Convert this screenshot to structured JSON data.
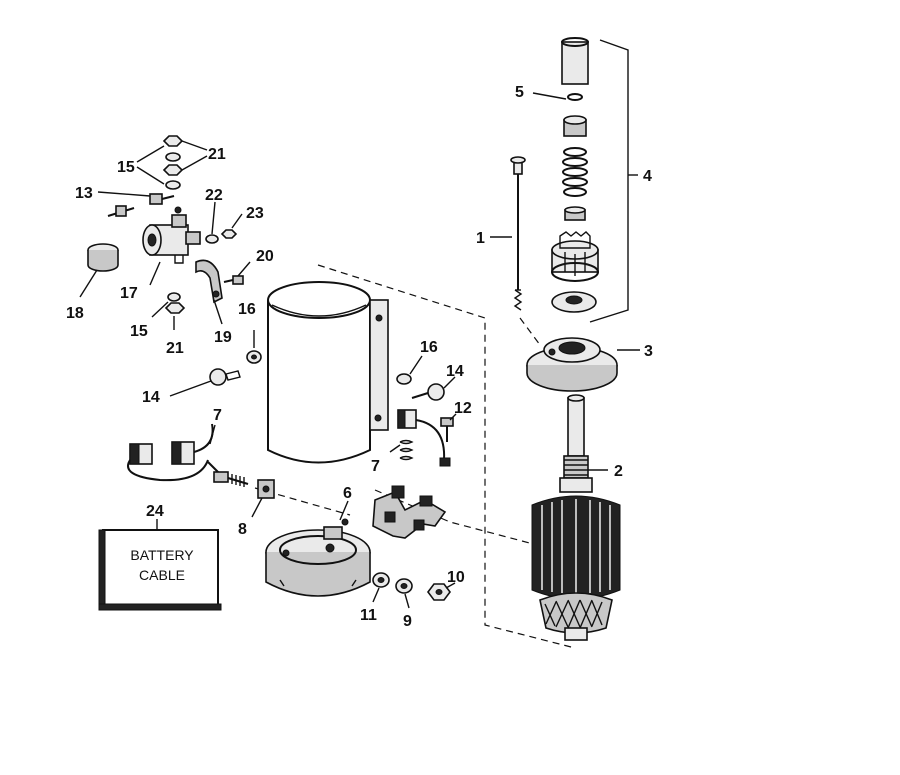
{
  "callouts": {
    "n1": "1",
    "n2": "2",
    "n3": "3",
    "n4": "4",
    "n5": "5",
    "n6": "6",
    "n7a": "7",
    "n7b": "7",
    "n8": "8",
    "n9": "9",
    "n10": "10",
    "n11": "11",
    "n12": "12",
    "n13": "13",
    "n14a": "14",
    "n14b": "14",
    "n15a": "15",
    "n15b": "15",
    "n16a": "16",
    "n16b": "16",
    "n17": "17",
    "n18": "18",
    "n19": "19",
    "n20": "20",
    "n21a": "21",
    "n21b": "21",
    "n22": "22",
    "n23": "23",
    "n24": "24"
  },
  "battery_cable": {
    "line1": "BATTERY",
    "line2": "CABLE"
  }
}
